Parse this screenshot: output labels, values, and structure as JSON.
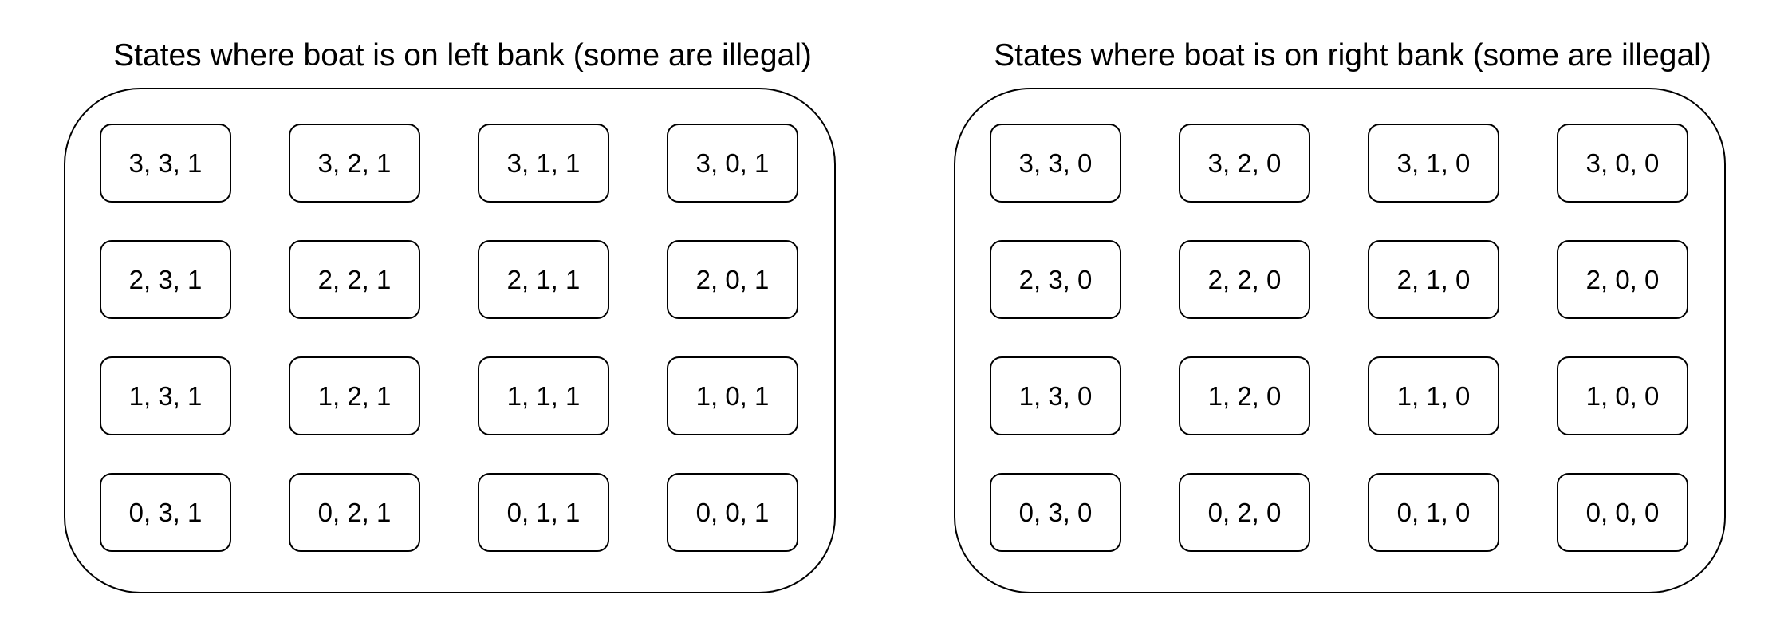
{
  "diagram": {
    "groups": [
      {
        "id": "left-bank",
        "title": "States where boat is on left bank (some are illegal)",
        "states": [
          "3, 3, 1",
          "3, 2, 1",
          "3, 1, 1",
          "3, 0, 1",
          "2, 3, 1",
          "2, 2, 1",
          "2, 1, 1",
          "2, 0, 1",
          "1, 3, 1",
          "1, 2, 1",
          "1, 1, 1",
          "1, 0, 1",
          "0, 3, 1",
          "0, 2, 1",
          "0, 1, 1",
          "0, 0, 1"
        ]
      },
      {
        "id": "right-bank",
        "title": "States where boat is on right bank (some are illegal)",
        "states": [
          "3, 3, 0",
          "3, 2, 0",
          "3, 1, 0",
          "3, 0, 0",
          "2, 3, 0",
          "2, 2, 0",
          "2, 1, 0",
          "2, 0, 0",
          "1, 3, 0",
          "1, 2, 0",
          "1, 1, 0",
          "1, 0, 0",
          "0, 3, 0",
          "0, 2, 0",
          "0, 1, 0",
          "0, 0, 0"
        ]
      }
    ],
    "colors": {
      "stroke": "#000000",
      "background": "#ffffff",
      "text": "#000000"
    }
  }
}
